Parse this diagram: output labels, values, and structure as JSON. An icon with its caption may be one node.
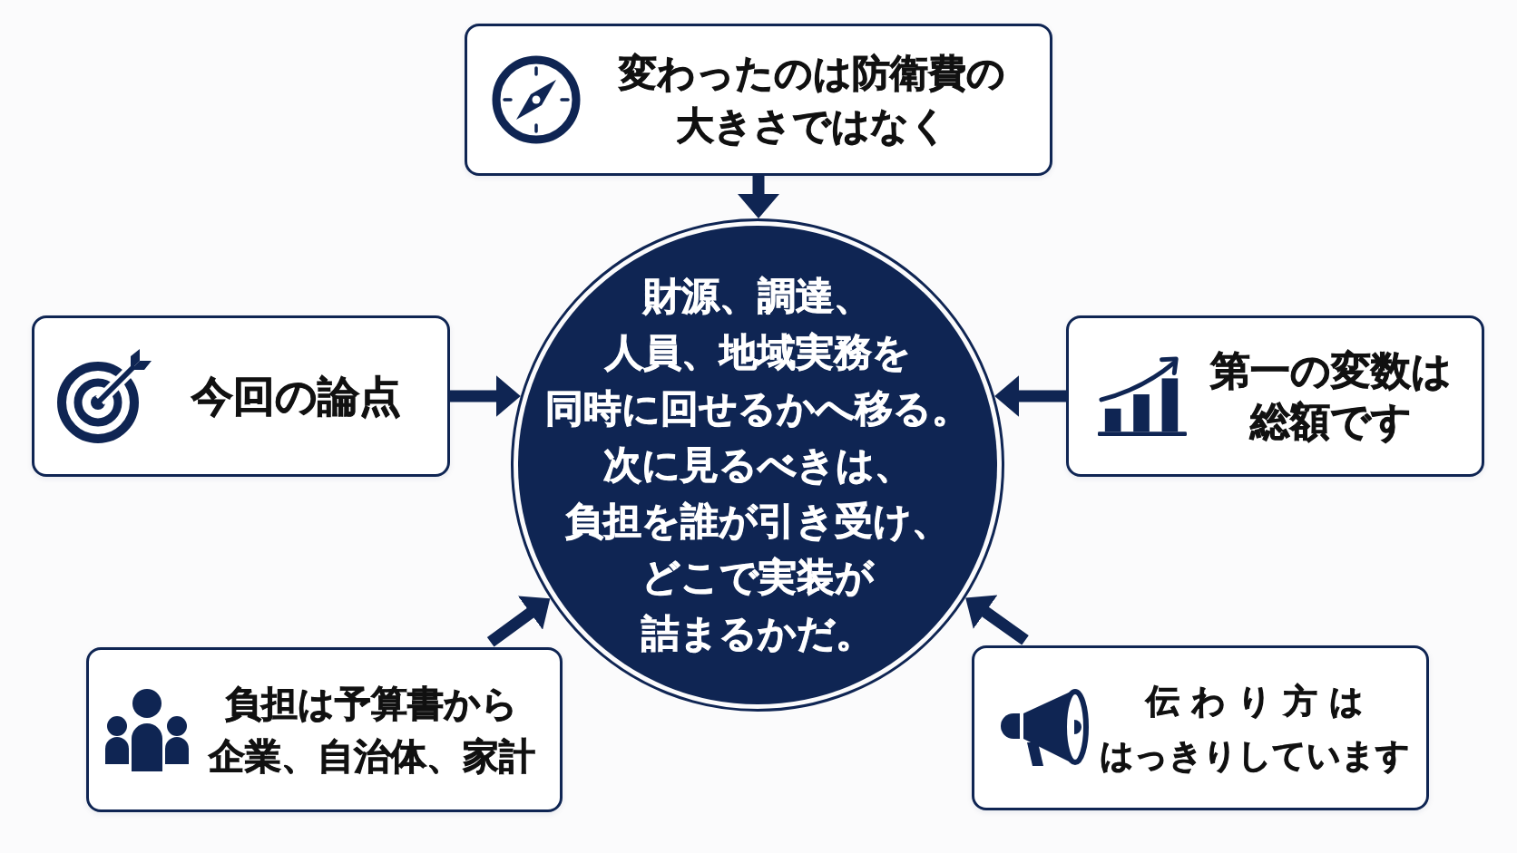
{
  "diagram": {
    "nodes": [
      {
        "text": [
          "変わったのは防衛費の大きさではなく"
        ]
      },
      {
        "text": [
          "今回の論点"
        ]
      },
      {
        "text": [
          "財源、調達、人員、地域実務を同時に回せるかへ移る。",
          "次に見るべきは、負担を誰が引き受け、どこで実装が詰まるかだ。"
        ]
      },
      {
        "text": [
          "第一の変数は総額です"
        ]
      },
      {
        "text": [
          "負担は予算書から企業、自治体、家計"
        ]
      },
      {
        "text": [
          "伝わり方ははっきりしています"
        ]
      }
    ],
    "edges": [
      {
        "from": 0,
        "to": 2,
        "arrow": "to"
      },
      {
        "from": 1,
        "to": 2,
        "arrow": "to"
      },
      {
        "from": 3,
        "to": 2,
        "arrow": "to"
      },
      {
        "from": 4,
        "to": 2,
        "arrow": "to"
      },
      {
        "from": 5,
        "to": 2,
        "arrow": "to"
      }
    ]
  }
}
